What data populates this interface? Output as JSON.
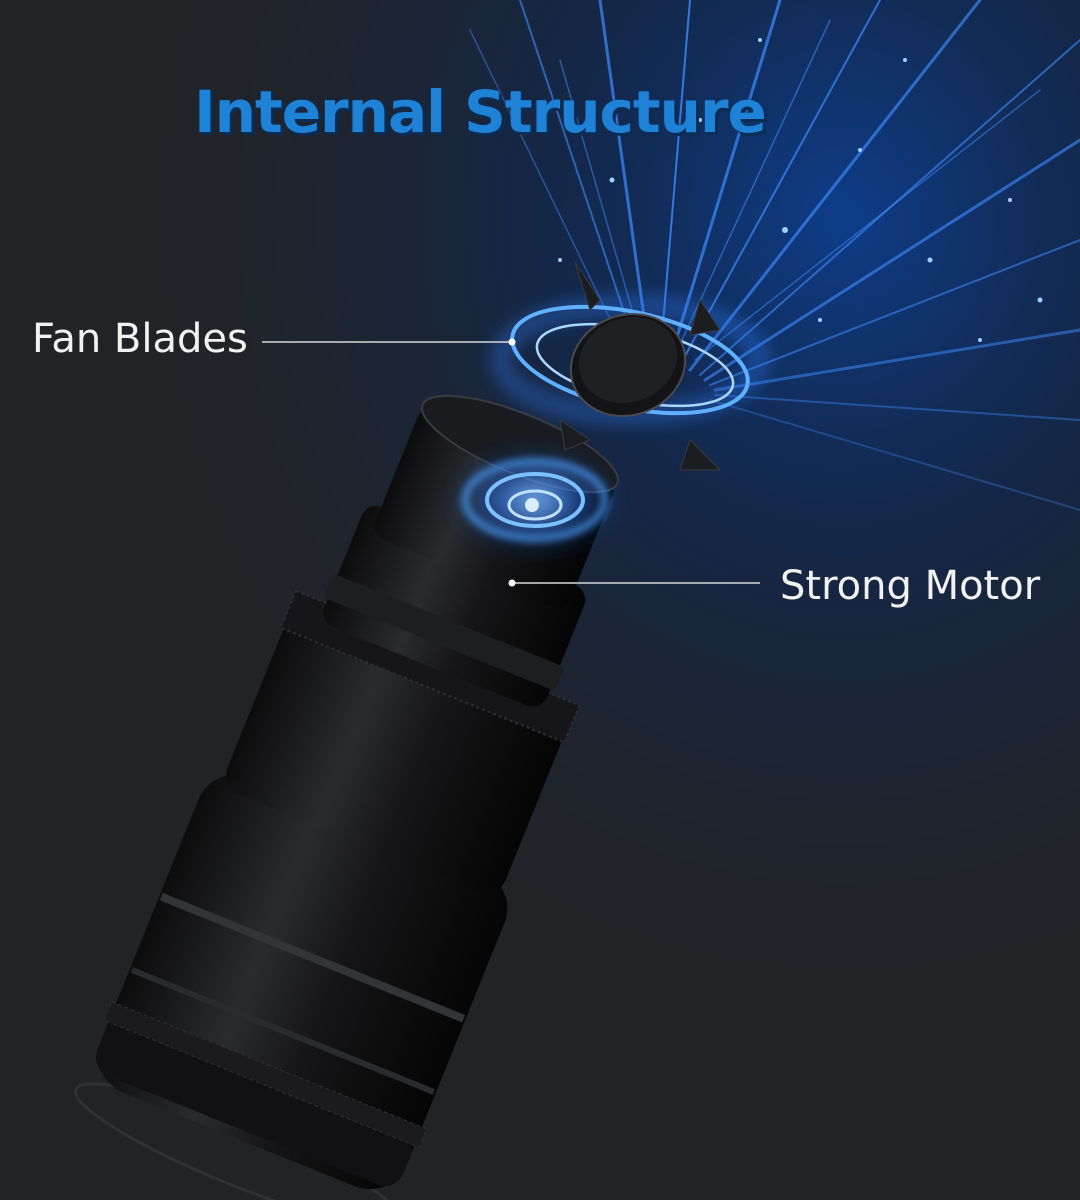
{
  "headline": "Internal Structure",
  "callouts": {
    "fan_blades": "Fan Blades",
    "strong_motor": "Strong Motor"
  },
  "colors": {
    "background": "#222325",
    "headline": "#1e82d6",
    "glow": "#2f7fff",
    "label": "#f2f2f2"
  }
}
